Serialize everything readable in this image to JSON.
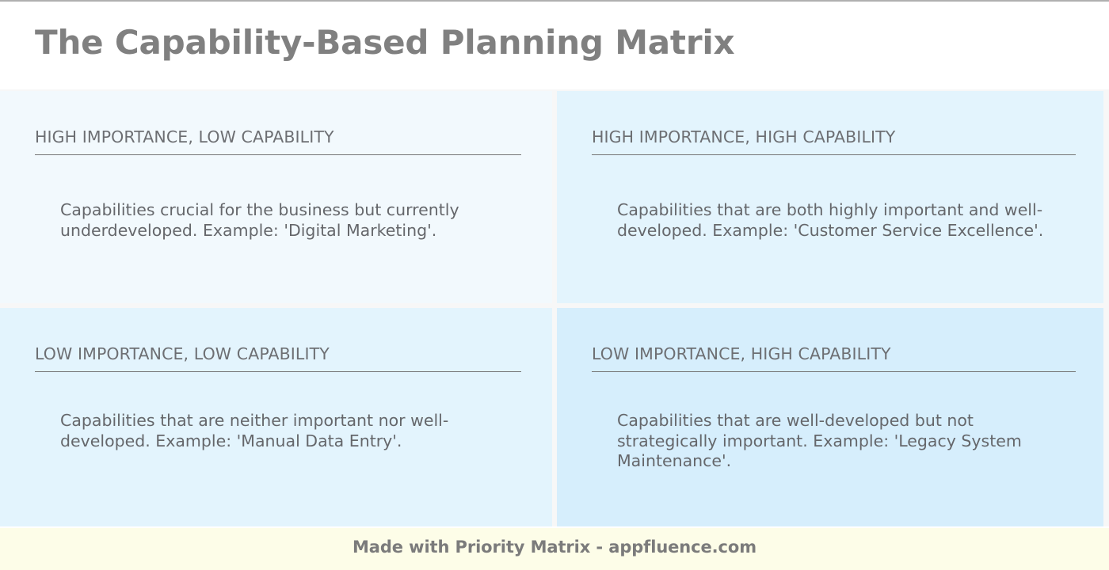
{
  "header": {
    "title": "The Capability-Based Planning Matrix"
  },
  "matrix": {
    "quadrants": [
      {
        "position": "top-left",
        "header": "HIGH IMPORTANCE, LOW CAPABILITY",
        "body": "Capabilities crucial for the business but currently underdeveloped. Example: 'Digital Marketing'.",
        "background_color": "#f2f9fd"
      },
      {
        "position": "top-right",
        "header": "HIGH IMPORTANCE, HIGH CAPABILITY",
        "body": "Capabilities that are both highly important and well-developed. Example: 'Customer Service Excellence'.",
        "background_color": "#e3f4fd"
      },
      {
        "position": "bottom-left",
        "header": "LOW IMPORTANCE, LOW CAPABILITY",
        "body": "Capabilities that are neither important nor well-developed. Example: 'Manual Data Entry'.",
        "background_color": "#e3f4fd"
      },
      {
        "position": "bottom-right",
        "header": "LOW IMPORTANCE, HIGH CAPABILITY",
        "body": "Capabilities that are well-developed but not strategically important. Example: 'Legacy System Maintenance'.",
        "background_color": "#d6eefc"
      }
    ]
  },
  "footer": {
    "attribution": "Made with Priority Matrix - appfluence.com",
    "background_color": "#fdfde8"
  },
  "theme": {
    "title_color": "#808080",
    "header_text_color": "#6d6f73",
    "body_text_color": "#65676b",
    "rule_color": "#747474"
  }
}
